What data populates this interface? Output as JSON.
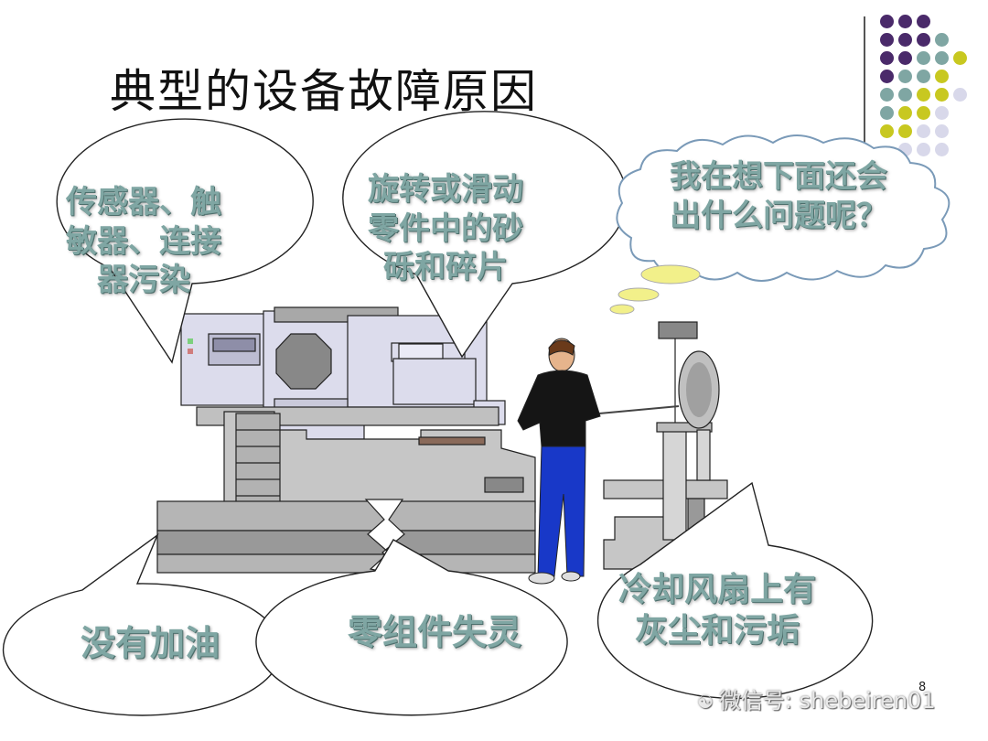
{
  "title": "典型的设备故障原因",
  "bubbles": {
    "sensor": [
      "传感器、触",
      "敏器、连接",
      "器污染"
    ],
    "rotating": [
      "旋转或滑动",
      "零件中的砂",
      "砾和碎片"
    ],
    "thought": [
      "我在想下面还会",
      "出什么问题呢？"
    ],
    "oil": "没有加油",
    "parts": "零组件失灵",
    "fan": [
      "冷却风扇上有",
      "灰尘和污垢"
    ]
  },
  "watermark": "微信号: shebeiren01",
  "page_number": "8",
  "colors": {
    "purple": "#4a2a6a",
    "teal": "#7fa6a3",
    "olive": "#c8c820",
    "lavender": "#d8d8ea",
    "bubble_text": "#7fa6a3",
    "thought_puff": "#f2f08a"
  }
}
